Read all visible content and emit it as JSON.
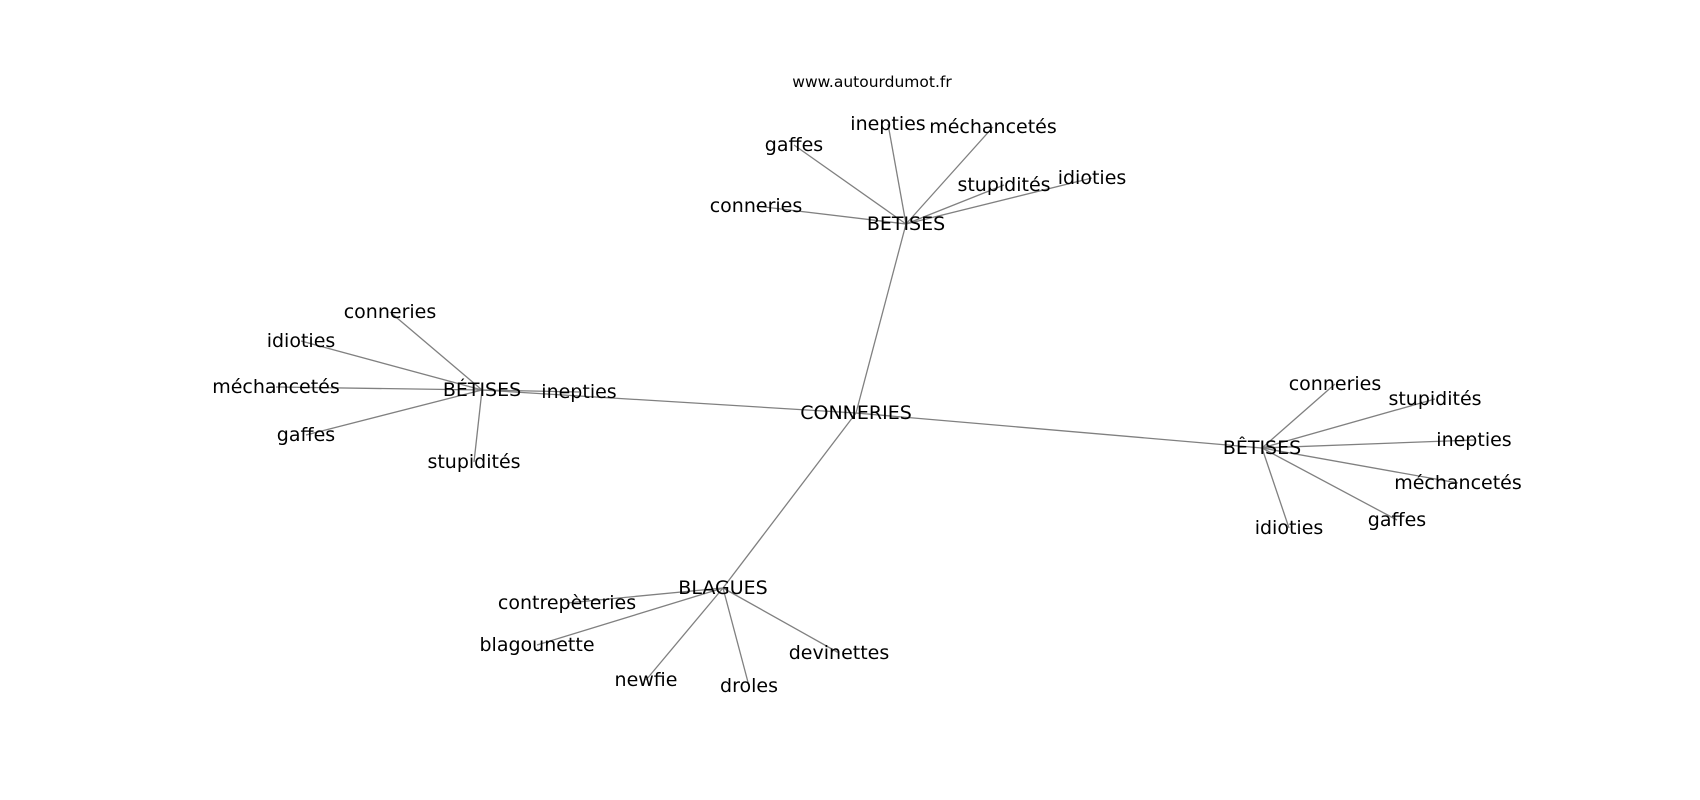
{
  "source_text": "www.autourdumot.fr",
  "colors": {
    "edge": "#808080",
    "text": "#000000",
    "background": "#ffffff"
  },
  "root": {
    "label": "CONNERIES"
  },
  "branches": [
    {
      "label": "BETISES",
      "leaves": [
        "conneries",
        "gaffes",
        "inepties",
        "méchancetés",
        "stupidités",
        "idioties"
      ]
    },
    {
      "label": "BÉTISES",
      "leaves": [
        "conneries",
        "idioties",
        "méchancetés",
        "gaffes",
        "stupidités",
        "inepties"
      ]
    },
    {
      "label": "BÊTISES",
      "leaves": [
        "conneries",
        "stupidités",
        "inepties",
        "méchancetés",
        "gaffes",
        "idioties"
      ]
    },
    {
      "label": "BLAGUES",
      "leaves": [
        "contrepèteries",
        "blagounette",
        "newfie",
        "droles",
        "devinettes"
      ]
    }
  ]
}
